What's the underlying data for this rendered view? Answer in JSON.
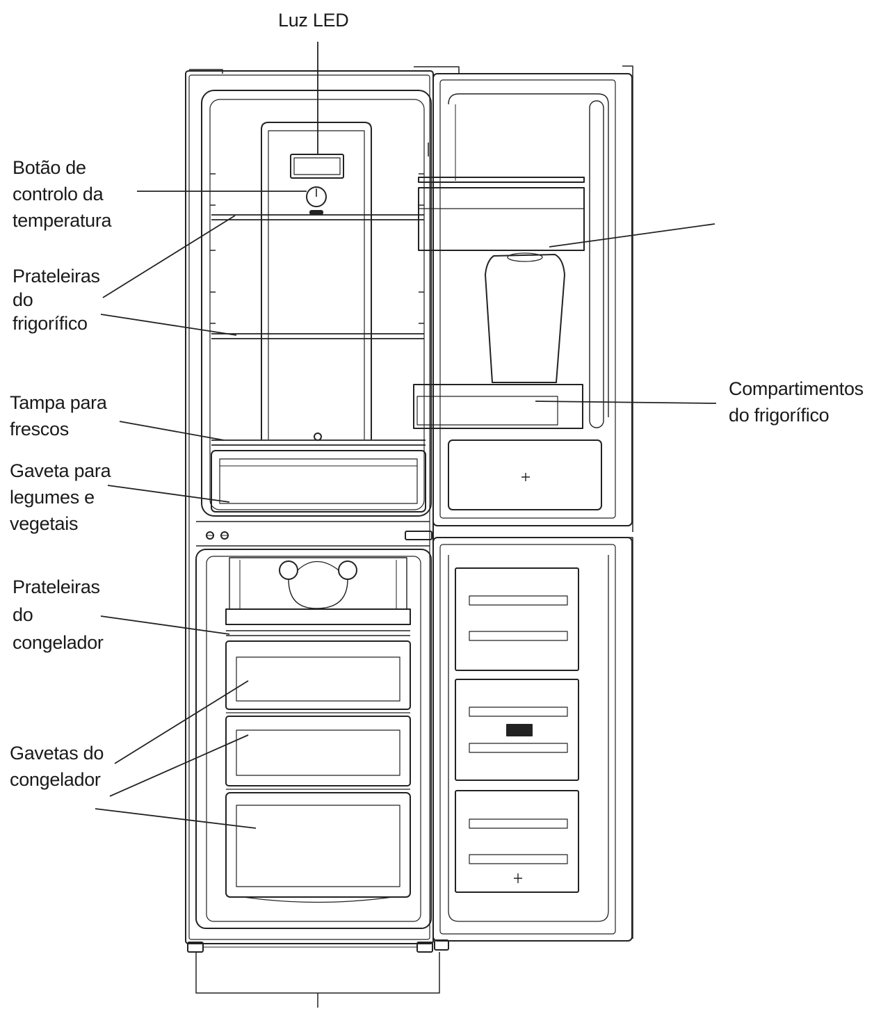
{
  "diagram": {
    "labels": {
      "led_light": [
        "Luz LED"
      ],
      "temperature_knob": [
        "Botão de",
        "controlo da",
        "temperatura"
      ],
      "fridge_shelves": [
        "Prateleiras",
        "do",
        "frigorífico"
      ],
      "crisper_cover": [
        "Tampa para",
        "frescos"
      ],
      "vegetable_drawer": [
        "Gaveta para",
        "legumes e",
        "vegetais"
      ],
      "freezer_shelves": [
        "Prateleiras",
        "do",
        "congelador"
      ],
      "freezer_drawers": [
        "Gavetas do",
        "congelador"
      ],
      "fridge_door_compartments": [
        "Compartimentos",
        "do frigorífico"
      ]
    }
  },
  "colors": {
    "line": "#222222",
    "background": "#ffffff",
    "text": "#1a1a1a"
  }
}
